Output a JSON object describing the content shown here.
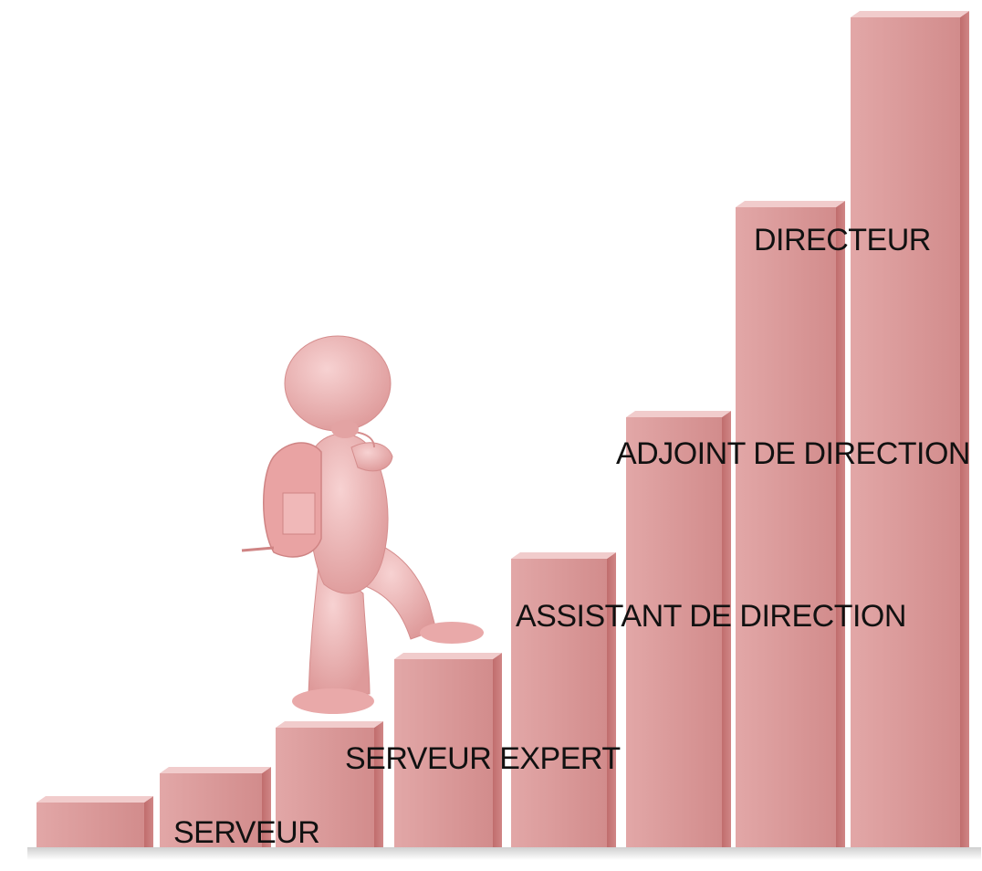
{
  "colors": {
    "bar_front": "#dc9a9a",
    "bar_side": "#c77777",
    "bar_top": "#f1cccc",
    "figure": "#eeb5b5",
    "figure_shadow": "#d88f8f",
    "label_text": "#111111"
  },
  "figure": {
    "icon": "3d-person-with-backpack-climbing-icon"
  },
  "steps": [
    {
      "label": ""
    },
    {
      "label": "SERVEUR"
    },
    {
      "label": ""
    },
    {
      "label": "SERVEUR EXPERT"
    },
    {
      "label": "ASSISTANT DE DIRECTION"
    },
    {
      "label": "ADJOINT DE DIRECTION"
    },
    {
      "label": "DIRECTEUR"
    },
    {
      "label": ""
    }
  ]
}
